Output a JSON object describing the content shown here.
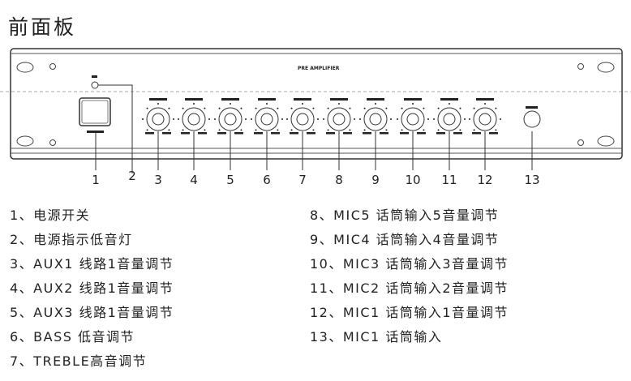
{
  "title": "前面板",
  "panel_label": "PRE AMPLIFIER",
  "callouts": [
    "1",
    "2",
    "3",
    "4",
    "5",
    "6",
    "7",
    "8",
    "9",
    "10",
    "11",
    "12",
    "13"
  ],
  "legend_left": [
    "1、电源开关",
    "2、电源指示低音灯",
    "3、AUX1 线路1音量调节",
    "4、AUX2 线路1音量调节",
    "5、AUX3 线路1音量调节",
    "6、BASS 低音调节",
    "7、TREBLE高音调节"
  ],
  "legend_right": [
    "8、MIC5 话筒输入5音量调节",
    "9、MIC4 话筒输入4音量调节",
    "10、MIC3 话筒输入3音量调节",
    "11、MIC2 话筒输入2音量调节",
    "12、MIC1 话筒输入1音量调节",
    "13、MIC1 话筒输入"
  ]
}
